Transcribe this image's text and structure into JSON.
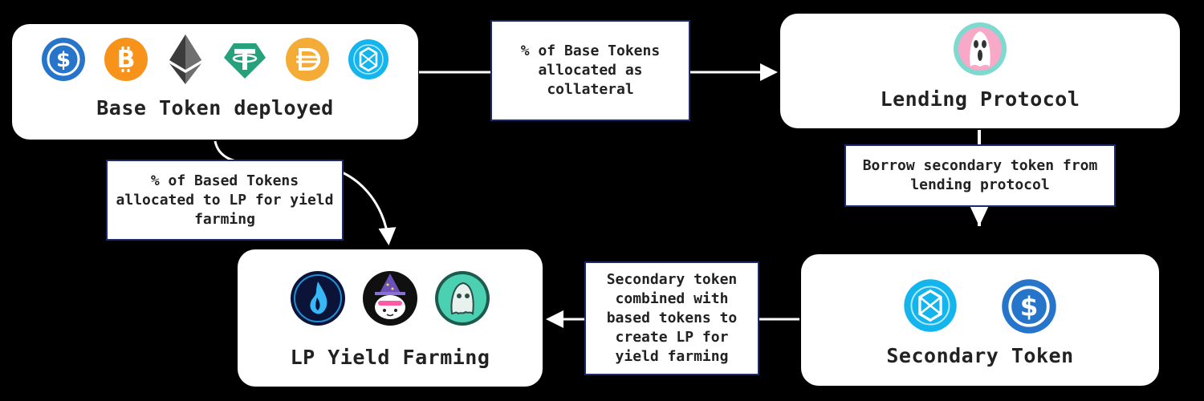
{
  "nodes": {
    "base": {
      "title": "Base Token deployed",
      "icons": [
        "usdc-icon",
        "bitcoin-icon",
        "ethereum-icon",
        "tether-icon",
        "dai-icon",
        "fantom-icon"
      ]
    },
    "lending": {
      "title": "Lending Protocol",
      "icons": [
        "ghost-scream-icon"
      ]
    },
    "secondary": {
      "title": "Secondary Token",
      "icons": [
        "fantom-icon",
        "usdc-icon"
      ]
    },
    "lp": {
      "title": "LP Yield Farming",
      "icons": [
        "spooky-flame-icon",
        "wizard-cat-icon",
        "ghost-icon"
      ]
    }
  },
  "edges": {
    "collateral": "% of Base Tokens allocated as collateral",
    "borrow": "Borrow secondary token from lending protocol",
    "combine": "Secondary token combined with based tokens to create LP for yield farming",
    "lp_alloc": "% of Based Tokens allocated to LP for yield farming"
  },
  "colors": {
    "usdc": "#2775ca",
    "bitcoin": "#f7931a",
    "ethereum": "#3c3c3d",
    "tether": "#26a17b",
    "dai": "#f5ac37",
    "fantom": "#1969ff",
    "label_border": "#1b2a6b"
  }
}
